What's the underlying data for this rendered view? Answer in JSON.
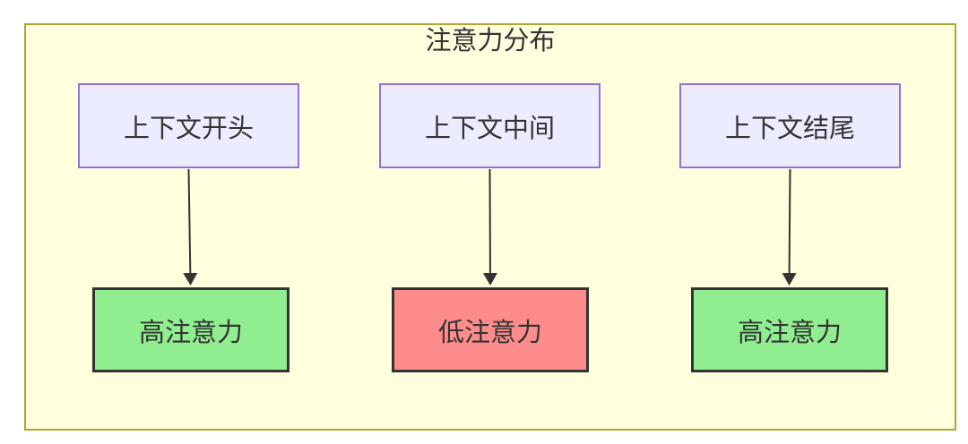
{
  "diagram": {
    "type": "flowchart-top-down",
    "title": "注意力分布",
    "nodes": [
      {
        "id": "context-start",
        "label": "上下文开头",
        "fill": "#ECECFF",
        "border": "#9370DB"
      },
      {
        "id": "context-middle",
        "label": "上下文中间",
        "fill": "#ECECFF",
        "border": "#9370DB"
      },
      {
        "id": "context-end",
        "label": "上下文结尾",
        "fill": "#ECECFF",
        "border": "#9370DB"
      },
      {
        "id": "high-attention-left",
        "label": "高注意力",
        "fill": "#90EE90",
        "border": "#333333"
      },
      {
        "id": "low-attention-middle",
        "label": "低注意力",
        "fill": "#FF8C8C",
        "border": "#333333"
      },
      {
        "id": "high-attention-right",
        "label": "高注意力",
        "fill": "#90EE90",
        "border": "#333333"
      }
    ],
    "edges": [
      {
        "from": "context-start",
        "to": "high-attention-left",
        "style": "arrow-down"
      },
      {
        "from": "context-middle",
        "to": "low-attention-middle",
        "style": "arrow-down"
      },
      {
        "from": "context-end",
        "to": "high-attention-right",
        "style": "arrow-down"
      }
    ],
    "colors": {
      "container_fill": "#FFFFDE",
      "container_border": "#AAAA33",
      "context_node_fill": "#ECECFF",
      "context_node_border": "#9370DB",
      "high_attention_fill": "#90EE90",
      "low_attention_fill": "#FF8C8C",
      "result_node_border": "#333333",
      "edge_color": "#333333",
      "text_color": "#333333",
      "page_background": "#FFFFFF"
    }
  }
}
